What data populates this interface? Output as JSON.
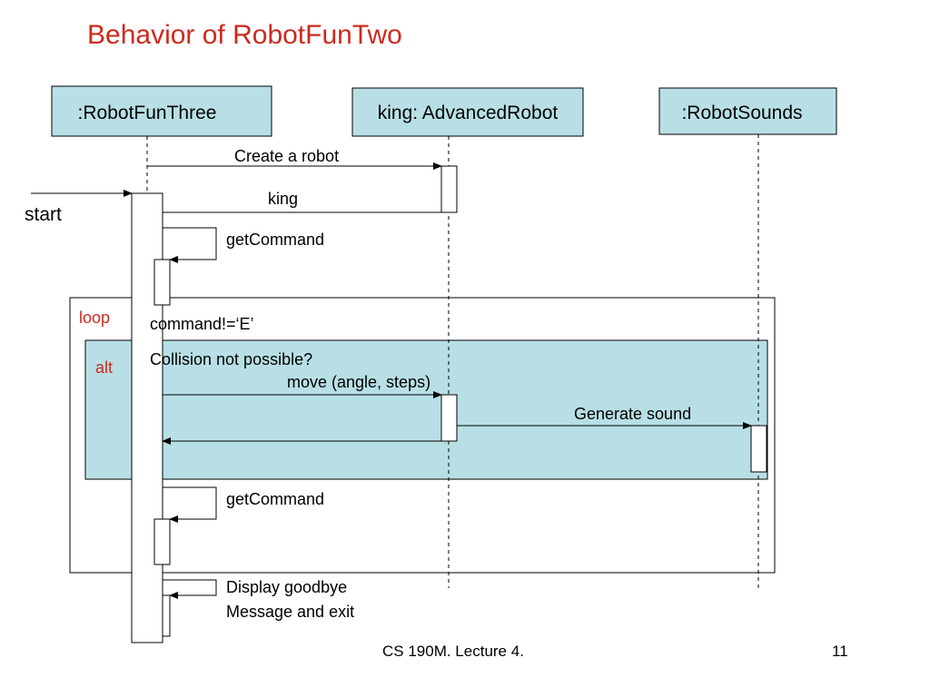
{
  "slide": {
    "title": "Behavior of RobotFunTwo",
    "footer": "CS 190M. Lecture 4.",
    "page_number": "11"
  },
  "colors": {
    "title": "#cc2a1e",
    "lifeline_box_fill": "#b8dfe6",
    "alt_fill": "#b8dfe6",
    "fragment_label": "#cc2a1e"
  },
  "lifelines": {
    "robotfunthree": ":RobotFunThree",
    "advancedrobot": "king: AdvancedRobot",
    "robotsounds": ":RobotSounds"
  },
  "start_label": "start",
  "messages": {
    "create_robot": "Create a robot",
    "king_return": "king",
    "get_command_1": "getCommand",
    "move": "move (angle, steps)",
    "generate_sound": "Generate sound",
    "get_command_2": "getCommand",
    "display_goodbye_line1": "Display goodbye",
    "display_goodbye_line2": "Message and exit"
  },
  "fragments": {
    "loop_label": "loop",
    "loop_guard": "command!=‘E’",
    "alt_label": "alt",
    "alt_guard": "Collision not possible?"
  }
}
